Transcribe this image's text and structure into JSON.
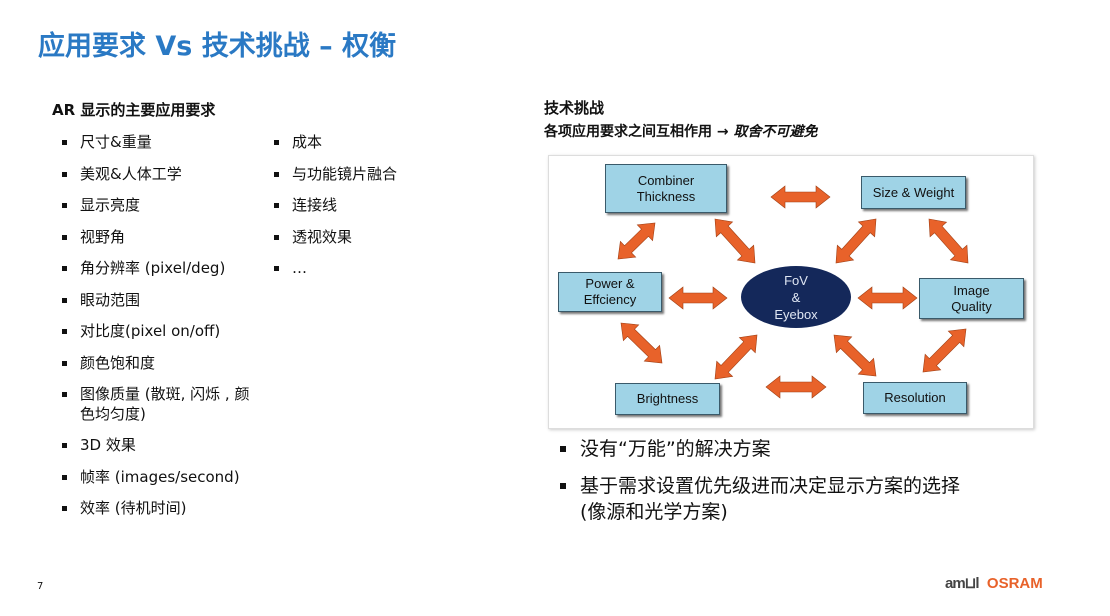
{
  "title": "应用要求 Vs 技术挑战 – 权衡",
  "requirements": {
    "heading": "AR 显示的主要应用要求",
    "left": [
      "尺寸&重量",
      "美观&人体工学",
      "显示亮度",
      "视野角",
      "角分辨率 (pixel/deg)",
      "眼动范围",
      "对比度(pixel on/off)",
      "颜色饱和度",
      "图像质量 (散斑, 闪烁 , 颜\n色均匀度)",
      "3D 效果",
      "帧率 (images/second)",
      "效率 (待机时间)"
    ],
    "right": [
      "成本",
      "与功能镜片融合",
      "连接线",
      "透视效果",
      "…"
    ]
  },
  "tech": {
    "heading": "技术挑战",
    "subtitle": "各项应用要求之间互相作用",
    "arrow": " → ",
    "subtitle_em": "取舍不可避免",
    "bullets": [
      "没有“万能”的解决方案",
      "基于需求设置优先级进而决定显示方案的选择\n(像源和光学方案)"
    ]
  },
  "diagram": {
    "center": "FoV\n&\nEyebox",
    "boxes": {
      "combiner": "Combiner\nThickness",
      "size": "Size & Weight",
      "power": "Power  &\nEffciency",
      "image": "Image\nQuality",
      "brightness": "Brightness",
      "resolution": "Resolution"
    },
    "arrow_color": "#e8622a"
  },
  "footer": {
    "page": "7",
    "logo_am": "ams",
    "logo_osram": "OSRAM"
  }
}
